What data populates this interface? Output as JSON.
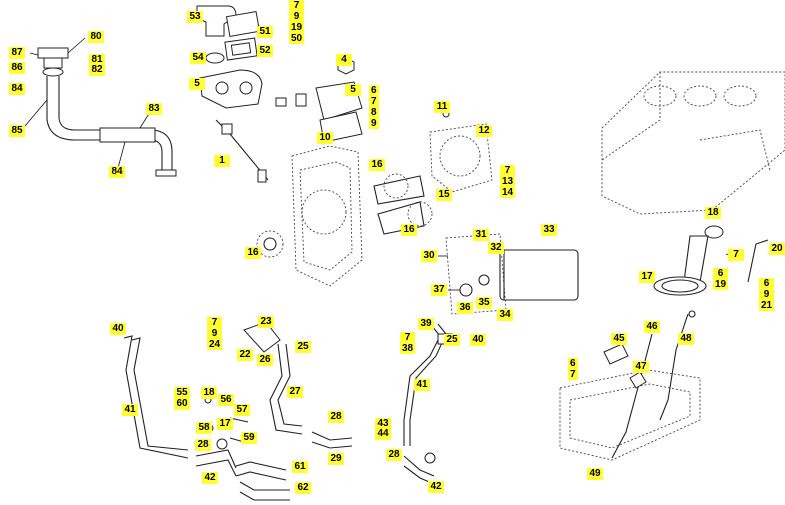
{
  "callouts": [
    {
      "id": "c87",
      "text": "87"
    },
    {
      "id": "c80",
      "text": "80"
    },
    {
      "id": "c86",
      "text": "86"
    },
    {
      "id": "c81",
      "text": "81"
    },
    {
      "id": "c82",
      "text": "82"
    },
    {
      "id": "c84a",
      "text": "84"
    },
    {
      "id": "c85",
      "text": "85"
    },
    {
      "id": "c83",
      "text": "83"
    },
    {
      "id": "c84b",
      "text": "84"
    },
    {
      "id": "c53",
      "text": "53"
    },
    {
      "id": "c51",
      "text": "51"
    },
    {
      "id": "c54",
      "text": "54"
    },
    {
      "id": "c52",
      "text": "52"
    },
    {
      "id": "c5a",
      "text": "5"
    },
    {
      "id": "c4",
      "text": "4"
    },
    {
      "id": "c5b",
      "text": "5"
    },
    {
      "id": "c10",
      "text": "10"
    },
    {
      "id": "c1",
      "text": "1"
    },
    {
      "id": "c11",
      "text": "11"
    },
    {
      "id": "c12",
      "text": "12"
    },
    {
      "id": "c16a",
      "text": "16"
    },
    {
      "id": "c15",
      "text": "15"
    },
    {
      "id": "c16b",
      "text": "16"
    },
    {
      "id": "c16c",
      "text": "16"
    },
    {
      "id": "c33",
      "text": "33"
    },
    {
      "id": "c18",
      "text": "18"
    },
    {
      "id": "c20",
      "text": "20"
    },
    {
      "id": "c7a",
      "text": "7"
    },
    {
      "id": "c6a",
      "text": "6"
    },
    {
      "id": "c19a",
      "text": "19"
    },
    {
      "id": "c17a",
      "text": "17"
    },
    {
      "id": "c31",
      "text": "31"
    },
    {
      "id": "c30",
      "text": "30"
    },
    {
      "id": "c32",
      "text": "32"
    },
    {
      "id": "c37",
      "text": "37"
    },
    {
      "id": "c35",
      "text": "35"
    },
    {
      "id": "c36",
      "text": "36"
    },
    {
      "id": "c34",
      "text": "34"
    },
    {
      "id": "c40a",
      "text": "40"
    },
    {
      "id": "c23",
      "text": "23"
    },
    {
      "id": "c22",
      "text": "22"
    },
    {
      "id": "c26",
      "text": "26"
    },
    {
      "id": "c25a",
      "text": "25"
    },
    {
      "id": "c27",
      "text": "27"
    },
    {
      "id": "c41a",
      "text": "41"
    },
    {
      "id": "c55",
      "text": "55"
    },
    {
      "id": "c60",
      "text": "60"
    },
    {
      "id": "c18b",
      "text": "18"
    },
    {
      "id": "c56",
      "text": "56"
    },
    {
      "id": "c57",
      "text": "57"
    },
    {
      "id": "c58",
      "text": "58"
    },
    {
      "id": "c17b",
      "text": "17"
    },
    {
      "id": "c28a",
      "text": "28"
    },
    {
      "id": "c59",
      "text": "59"
    },
    {
      "id": "c42",
      "text": "42"
    },
    {
      "id": "c61",
      "text": "61"
    },
    {
      "id": "c62",
      "text": "62"
    },
    {
      "id": "c28b",
      "text": "28"
    },
    {
      "id": "c29",
      "text": "29"
    },
    {
      "id": "c39",
      "text": "39"
    },
    {
      "id": "c25b",
      "text": "25"
    },
    {
      "id": "c40b",
      "text": "40"
    },
    {
      "id": "c41b",
      "text": "41"
    },
    {
      "id": "c28c",
      "text": "28"
    },
    {
      "id": "c43",
      "text": "43"
    },
    {
      "id": "c44",
      "text": "44"
    },
    {
      "id": "c45",
      "text": "45"
    },
    {
      "id": "c46",
      "text": "46"
    },
    {
      "id": "c48",
      "text": "48"
    },
    {
      "id": "c47",
      "text": "47"
    },
    {
      "id": "c49",
      "text": "49"
    }
  ],
  "stacks": [
    {
      "id": "s_7_9_19_50",
      "lines": [
        "7",
        "9",
        "19",
        "50"
      ]
    },
    {
      "id": "s_6_7_8_9",
      "lines": [
        "6",
        "7",
        "8",
        "9"
      ]
    },
    {
      "id": "s_7_13_14",
      "lines": [
        "7",
        "13",
        "14"
      ]
    },
    {
      "id": "s_6_19",
      "lines": [
        "6",
        "19"
      ]
    },
    {
      "id": "s_6_9_21",
      "lines": [
        "6",
        "9",
        "21"
      ]
    },
    {
      "id": "s_7_9_24",
      "lines": [
        "7",
        "9",
        "24"
      ]
    },
    {
      "id": "s_7_38",
      "lines": [
        "7",
        "38"
      ]
    },
    {
      "id": "s_6_7",
      "lines": [
        "6",
        "7"
      ]
    }
  ]
}
